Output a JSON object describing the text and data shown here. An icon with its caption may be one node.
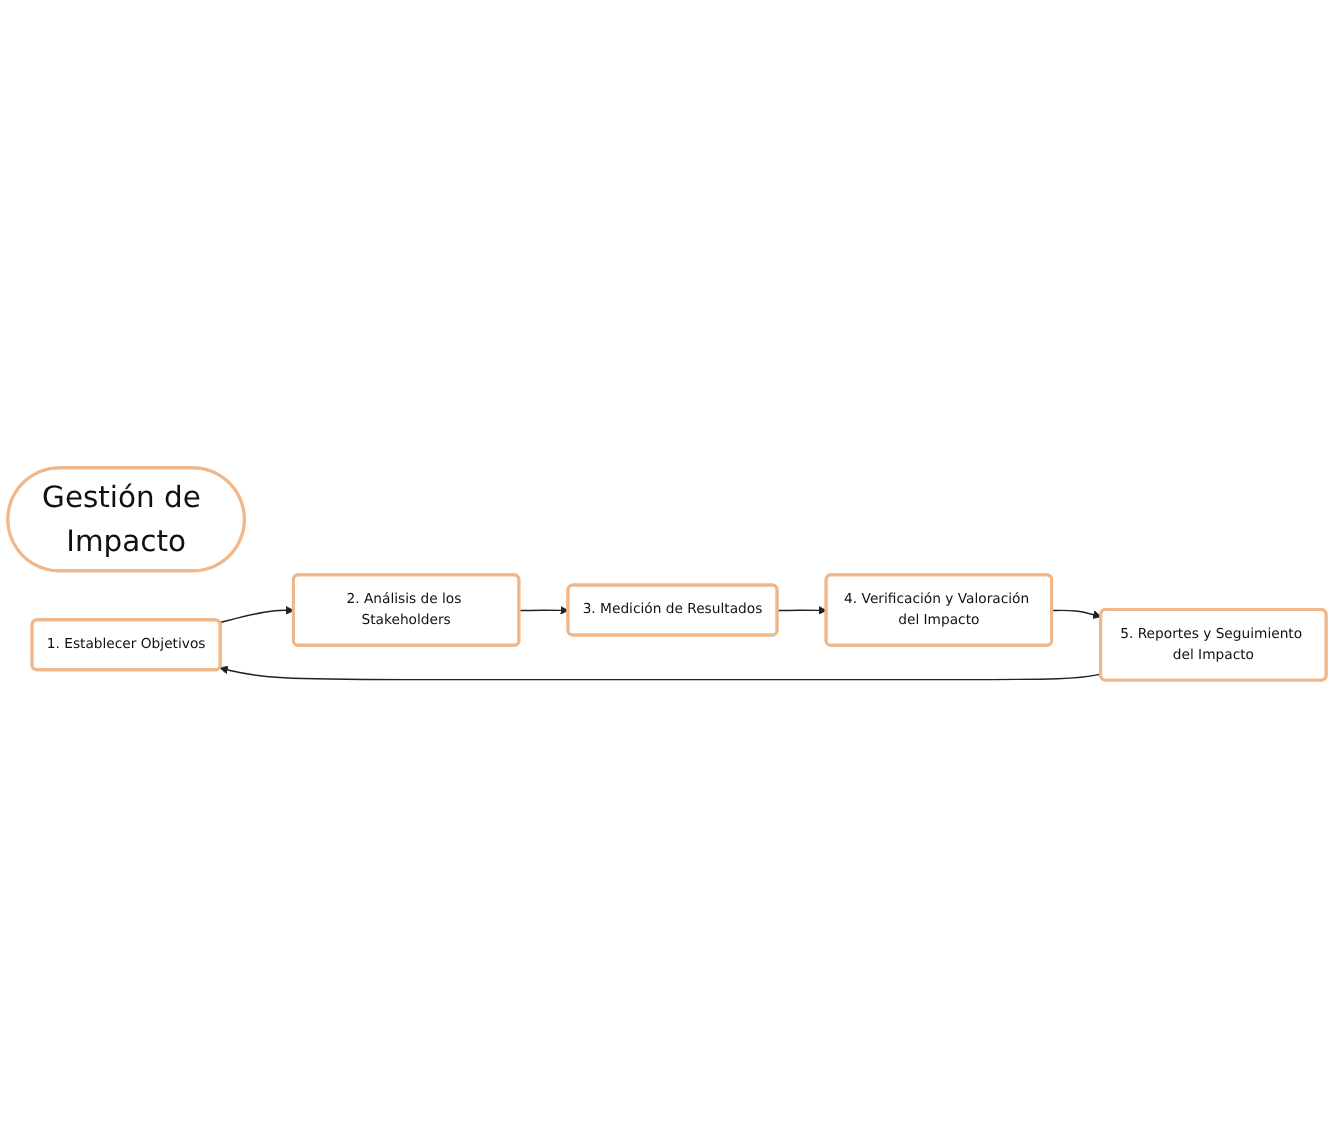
{
  "diagram": {
    "nodes": [
      {
        "text": [
          "Gestión de Impacto"
        ]
      },
      {
        "text": [
          "1. Establecer Objetivos"
        ]
      },
      {
        "text": [
          "2. Análisis de los Stakeholders"
        ]
      },
      {
        "text": [
          "3. Medición de Resultados"
        ]
      },
      {
        "text": [
          "4. Verificación y Valoración del Impacto"
        ]
      },
      {
        "text": [
          "5. Reportes y Seguimiento del Impacto"
        ]
      }
    ],
    "edges": [
      {
        "from": 1,
        "to": 2,
        "arrow": "to"
      },
      {
        "from": 2,
        "to": 3,
        "arrow": "to"
      },
      {
        "from": 3,
        "to": 4,
        "arrow": "to"
      },
      {
        "from": 4,
        "to": 5,
        "arrow": "to"
      },
      {
        "from": 5,
        "to": 1,
        "arrow": "to"
      }
    ]
  }
}
